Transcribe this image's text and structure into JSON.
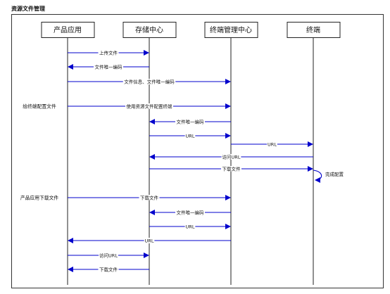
{
  "title": "资源文件管理",
  "colors": {
    "arrow": "#0000cc",
    "line": "#222222"
  },
  "participants": [
    {
      "id": "app",
      "label": "产品应用"
    },
    {
      "id": "storage",
      "label": "存储中心"
    },
    {
      "id": "terminal_mgmt",
      "label": "终端管理中心"
    },
    {
      "id": "terminal",
      "label": "终端"
    }
  ],
  "messages": [
    {
      "from": "app",
      "to": "storage",
      "label": "上传文件"
    },
    {
      "from": "storage",
      "to": "app",
      "label": "文件唯一编码"
    },
    {
      "from": "app",
      "to": "terminal_mgmt",
      "label": "文件信息、文件唯一编码"
    },
    {
      "from": "app",
      "to": "terminal_mgmt",
      "label": "使用资源文件配置终端",
      "note": "给终端配置文件"
    },
    {
      "from": "terminal_mgmt",
      "to": "storage",
      "label": "文件唯一编码"
    },
    {
      "from": "storage",
      "to": "terminal_mgmt",
      "label": "URL"
    },
    {
      "from": "terminal_mgmt",
      "to": "terminal",
      "label": "URL"
    },
    {
      "from": "terminal",
      "to": "storage",
      "label": "访问URL"
    },
    {
      "from": "storage",
      "to": "terminal",
      "label": "下载文件"
    },
    {
      "from": "terminal",
      "to": "terminal",
      "label": "完成配置",
      "self": true
    },
    {
      "from": "app",
      "to": "terminal_mgmt",
      "label": "下载文件",
      "note": "产品应用下载文件"
    },
    {
      "from": "terminal_mgmt",
      "to": "storage",
      "label": "文件唯一编码"
    },
    {
      "from": "storage",
      "to": "terminal_mgmt",
      "label": "URL"
    },
    {
      "from": "terminal_mgmt",
      "to": "app",
      "label": "URL"
    },
    {
      "from": "app",
      "to": "storage",
      "label": "访问URL"
    },
    {
      "from": "storage",
      "to": "app",
      "label": "下载文件"
    }
  ]
}
